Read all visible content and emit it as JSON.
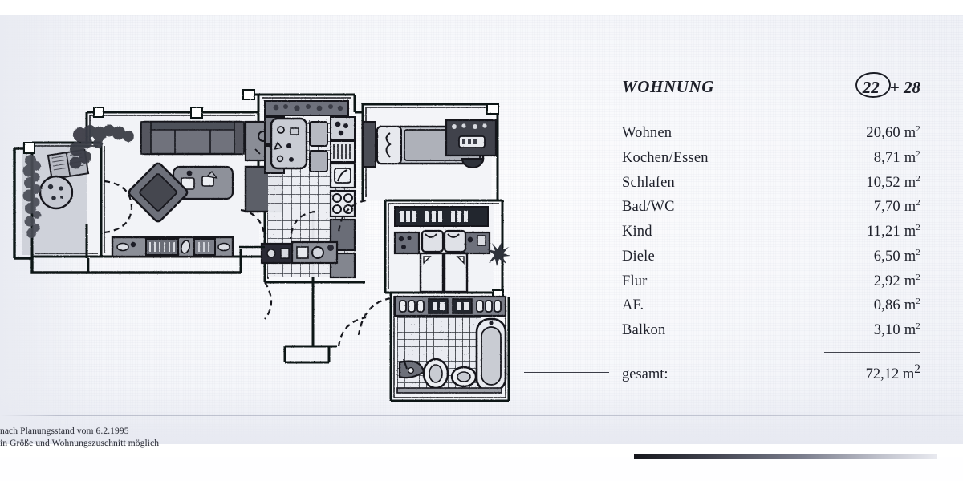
{
  "document": {
    "type": "apartment-floor-plan",
    "language": "de"
  },
  "legend": {
    "title": "WOHNUNG",
    "unit_circled": "22",
    "unit_plus": "+ 28",
    "unit_suffix_sign": "+",
    "rooms": [
      {
        "name": "Wohnen",
        "value": "20,60",
        "unit": "m"
      },
      {
        "name": "Kochen/Essen",
        "value": "8,71",
        "unit": "m"
      },
      {
        "name": "Schlafen",
        "value": "10,52",
        "unit": "m"
      },
      {
        "name": "Bad/WC",
        "value": "7,70",
        "unit": "m"
      },
      {
        "name": "Kind",
        "value": "11,21",
        "unit": "m"
      },
      {
        "name": "Diele",
        "value": "6,50",
        "unit": "m"
      },
      {
        "name": "Flur",
        "value": "2,92",
        "unit": "m"
      },
      {
        "name": "AF.",
        "value": "0,86",
        "unit": "m"
      },
      {
        "name": "Balkon",
        "value": "3,10",
        "unit": "m"
      }
    ],
    "total": {
      "label": "gesamt:",
      "value": "72,12",
      "unit": "m",
      "exponent": "2"
    },
    "exponent": "2"
  },
  "footnote": {
    "line1": "nach Planungsstand vom 6.2.1995",
    "line2": "in Größe und Wohnungszuschnitt möglich"
  },
  "colors": {
    "ink": "#1e202a",
    "paper": "#f7f8fb",
    "wall": "#111218",
    "furniture_dark": "#5b5d66",
    "furniture_mid": "#8f9199",
    "floor_shade": "#d9dbe2",
    "bar_dark": "#15161c"
  },
  "plan": {
    "rooms_depicted": [
      "Balkon",
      "Wohnen",
      "Kochen/Essen",
      "Kind",
      "Schlafen",
      "Bad/WC",
      "Diele",
      "Flur"
    ],
    "furniture": [
      "balcony-plants",
      "balcony-chair",
      "balcony-round-table",
      "sofa",
      "coffee-table",
      "armchair",
      "side-chair",
      "sideboard-media",
      "kitchen-counter",
      "kitchen-stove",
      "kitchen-sink",
      "dining-table",
      "dining-chairs",
      "child-bed",
      "desk",
      "desk-chair",
      "double-bed",
      "nightstand-left",
      "nightstand-right",
      "bedroom-shelf",
      "bedroom-plant",
      "bathtub",
      "toilet",
      "washbasin",
      "bidet",
      "bath-shelf",
      "hall-wardrobe",
      "utility-units"
    ],
    "features": [
      "door-swing-arcs",
      "tiled-floor-hatching",
      "window-openings"
    ]
  }
}
